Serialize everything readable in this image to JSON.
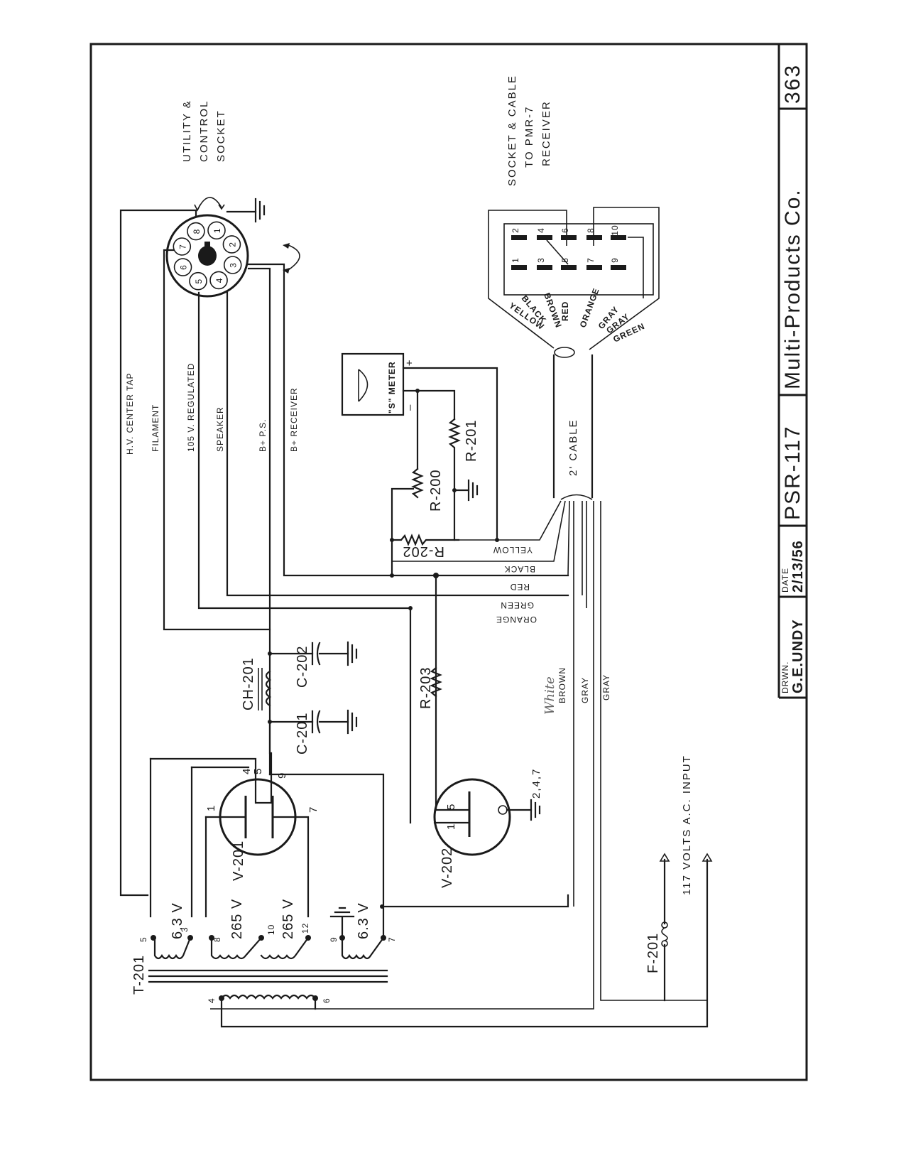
{
  "title_block": {
    "drawing_number": "363",
    "company": "Multi-Products Co.",
    "model": "PSR-117",
    "date_label": "DATE",
    "date": "2/13/56",
    "drawn_label": "DRWN.",
    "drawn_by": "G.E.UNDY"
  },
  "utility_socket": {
    "title_line1": "UTILITY  &",
    "title_line2": "CONTROL",
    "title_line3": "SOCKET",
    "pins": [
      "1",
      "2",
      "3",
      "4",
      "5",
      "6",
      "7",
      "8"
    ]
  },
  "receiver_socket": {
    "title_line1": "SOCKET & CABLE",
    "title_line2": "TO  PMR-7",
    "title_line3": "RECEIVER",
    "pins": [
      "1",
      "2",
      "3",
      "4",
      "5",
      "6",
      "7",
      "8",
      "9",
      "10"
    ],
    "wire_colors": [
      "YELLOW",
      "BLACK",
      "BROWN",
      "RED",
      "ORANGE",
      "GRAY",
      "GRAY",
      "GREEN"
    ]
  },
  "cable_label": "2' CABLE",
  "bus_labels": {
    "hv_center_tap": "H.V. CENTER TAP",
    "filament": "FILAMENT",
    "regulated": "105 V. REGULATED",
    "speaker": "SPEAKER",
    "bplus_ps": "B+ P.S.",
    "bplus_receiver": "B+ RECEIVER"
  },
  "harness_labels": {
    "yellow": "YELLOW",
    "black": "BLACK",
    "red": "RED",
    "green": "GREEN",
    "orange": "ORANGE",
    "brown": "BROWN",
    "gray1": "GRAY",
    "gray2": "GRAY",
    "handwritten": "White"
  },
  "meter": {
    "label": "\"S\" METER",
    "plus": "+",
    "minus": "–"
  },
  "components": {
    "r200": "R-200",
    "r201": "R-201",
    "r202": "R-202",
    "r203": "R-203",
    "ch201": "CH-201",
    "c201": "C-201",
    "c202": "C-202",
    "v201": "V-201",
    "v202": "V-202",
    "t201": "T-201",
    "f201": "F-201"
  },
  "v201_pins": {
    "p1": "1",
    "p4": "4",
    "p5": "5",
    "p7": "7",
    "p9": "9"
  },
  "v202_pins": {
    "p1": "1",
    "p5": "5",
    "p247": "2,4,7"
  },
  "transformer": {
    "w1_label": "6.3 V",
    "w2_label": "265 V",
    "w3_label": "265 V",
    "w4_label": "6.3 V",
    "pins": {
      "p5": "5",
      "p3": "3",
      "p8": "8",
      "p10": "10",
      "p12": "12",
      "p9": "9",
      "p7": "7",
      "p4": "4",
      "p6": "6"
    }
  },
  "ac_input_label": "117 VOLTS A.C. INPUT"
}
